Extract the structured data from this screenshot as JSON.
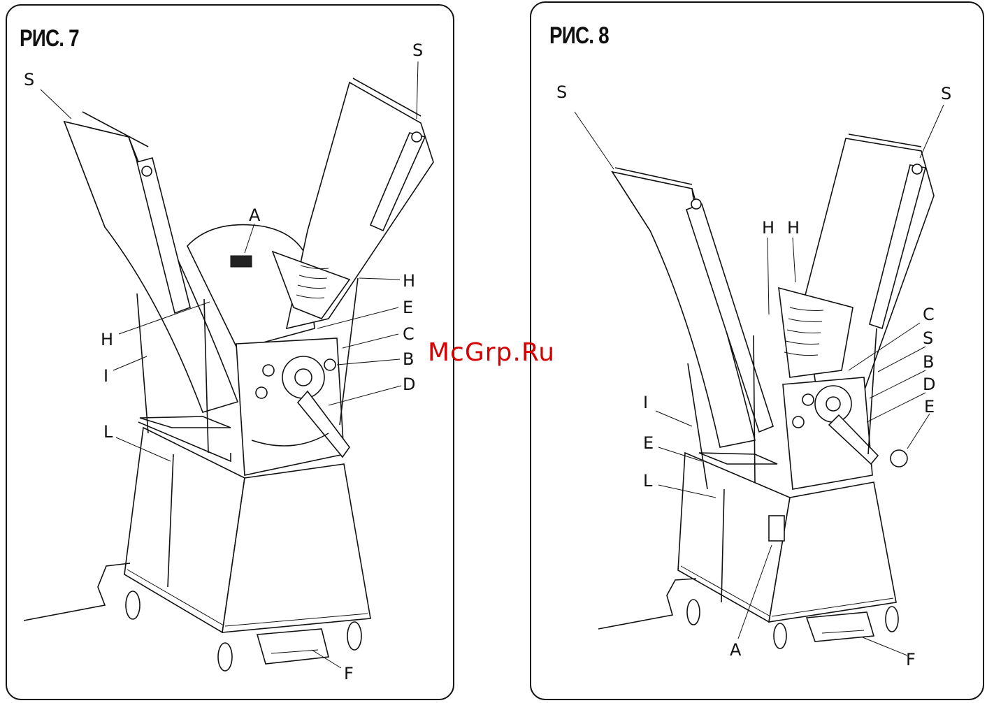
{
  "figures": [
    {
      "title": "РИС. 7",
      "labels": [
        "S",
        "S",
        "A",
        "H",
        "H",
        "E",
        "C",
        "B",
        "D",
        "I",
        "L",
        "F"
      ]
    },
    {
      "title": "РИС. 8",
      "labels": [
        "S",
        "S",
        "H",
        "H",
        "C",
        "S",
        "B",
        "D",
        "E",
        "I",
        "E",
        "L",
        "A",
        "F"
      ]
    }
  ],
  "watermark": "McGrp.Ru"
}
